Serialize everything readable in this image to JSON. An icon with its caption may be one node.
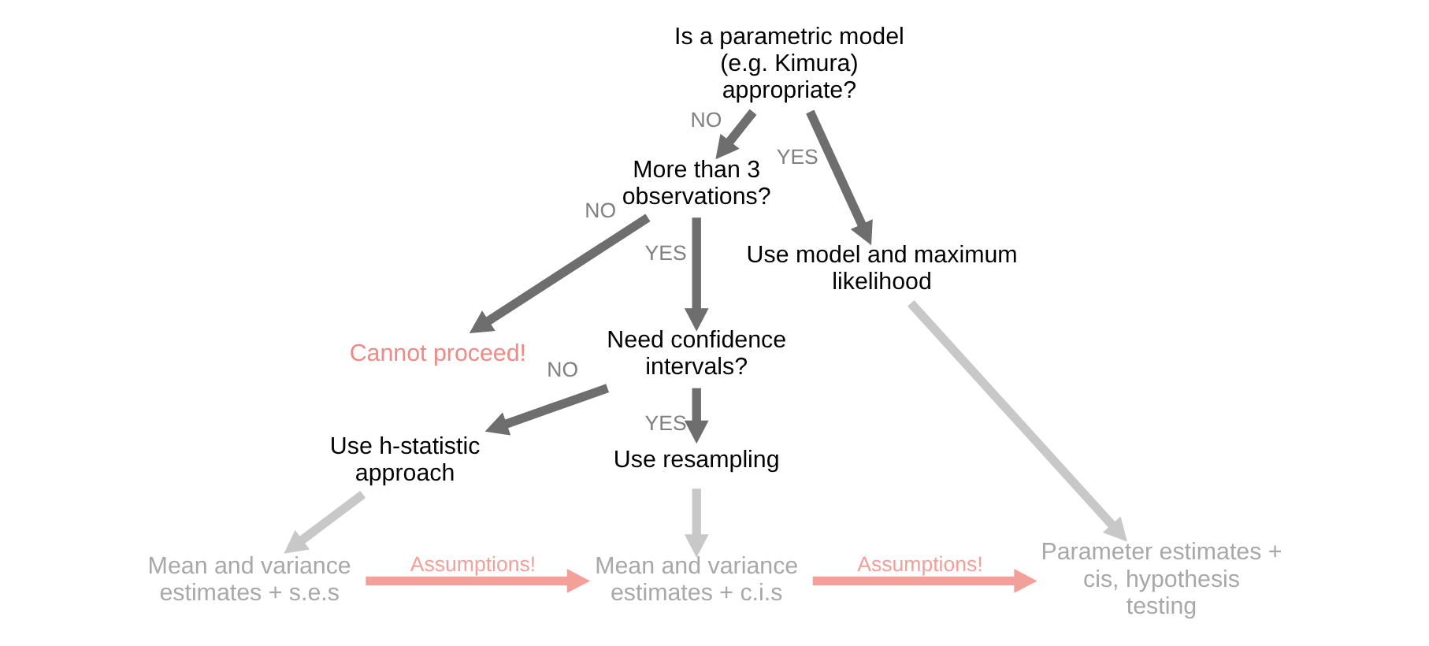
{
  "diagram": {
    "nodes": [
      {
        "text": [
          "Is a parametric model (e.g. Kimura) appropriate?"
        ]
      },
      {
        "text": [
          "More than 3 observations?"
        ]
      },
      {
        "text": [
          "Use model and maximum likelihood"
        ]
      },
      {
        "text": [
          "Cannot proceed!"
        ]
      },
      {
        "text": [
          "Need confidence intervals?"
        ]
      },
      {
        "text": [
          "Use h-statistic approach"
        ]
      },
      {
        "text": [
          "Use resampling"
        ]
      },
      {
        "text": [
          "Mean and variance estimates + s.e.s"
        ]
      },
      {
        "text": [
          "Mean and variance estimates + c.i.s"
        ]
      },
      {
        "text": [
          "Parameter estimates + cis, hypothesis testing"
        ]
      }
    ],
    "edges": [
      {
        "from": 0,
        "to": 1,
        "arrow": "to",
        "label": "NO"
      },
      {
        "from": 0,
        "to": 2,
        "arrow": "to",
        "label": "YES"
      },
      {
        "from": 1,
        "to": 3,
        "arrow": "to",
        "label": "NO"
      },
      {
        "from": 1,
        "to": 4,
        "arrow": "to",
        "label": "YES"
      },
      {
        "from": 4,
        "to": 5,
        "arrow": "to",
        "label": "NO"
      },
      {
        "from": 4,
        "to": 6,
        "arrow": "to",
        "label": "YES"
      },
      {
        "from": 5,
        "to": 7,
        "arrow": "to",
        "color": "#c8c8c8"
      },
      {
        "from": 6,
        "to": 8,
        "arrow": "to",
        "color": "#c8c8c8"
      },
      {
        "from": 2,
        "to": 9,
        "arrow": "to",
        "color": "#c8c8c8"
      },
      {
        "from": 7,
        "to": 8,
        "arrow": "to",
        "label": "Assumptions!",
        "color": "#f4a09a"
      },
      {
        "from": 8,
        "to": 9,
        "arrow": "to",
        "label": "Assumptions!",
        "color": "#f4a09a"
      }
    ]
  }
}
